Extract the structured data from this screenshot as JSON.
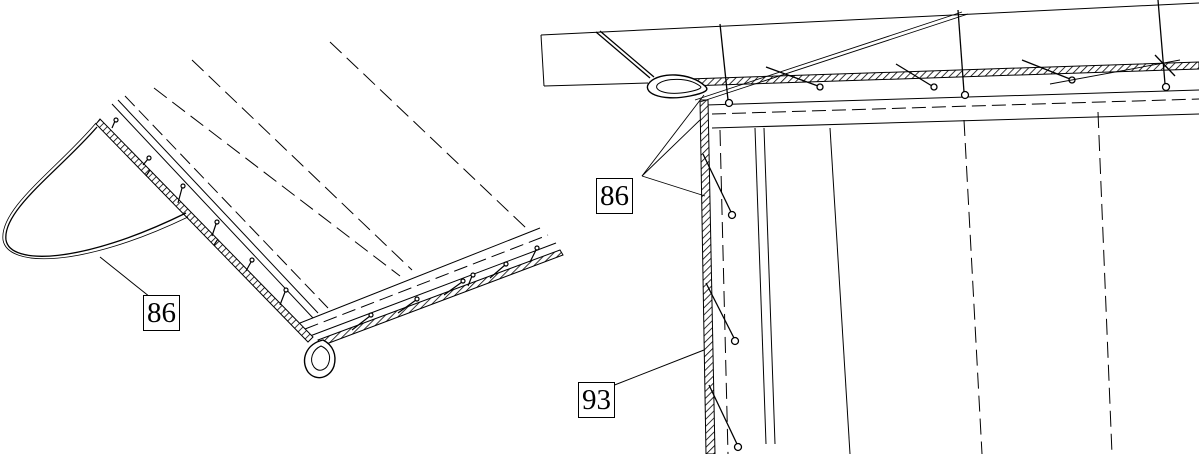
{
  "labels": {
    "left_figure": "86",
    "right_figure_top": "86",
    "right_figure_bottom": "93"
  },
  "colors": {
    "ink": "#000000",
    "background": "#ffffff"
  }
}
